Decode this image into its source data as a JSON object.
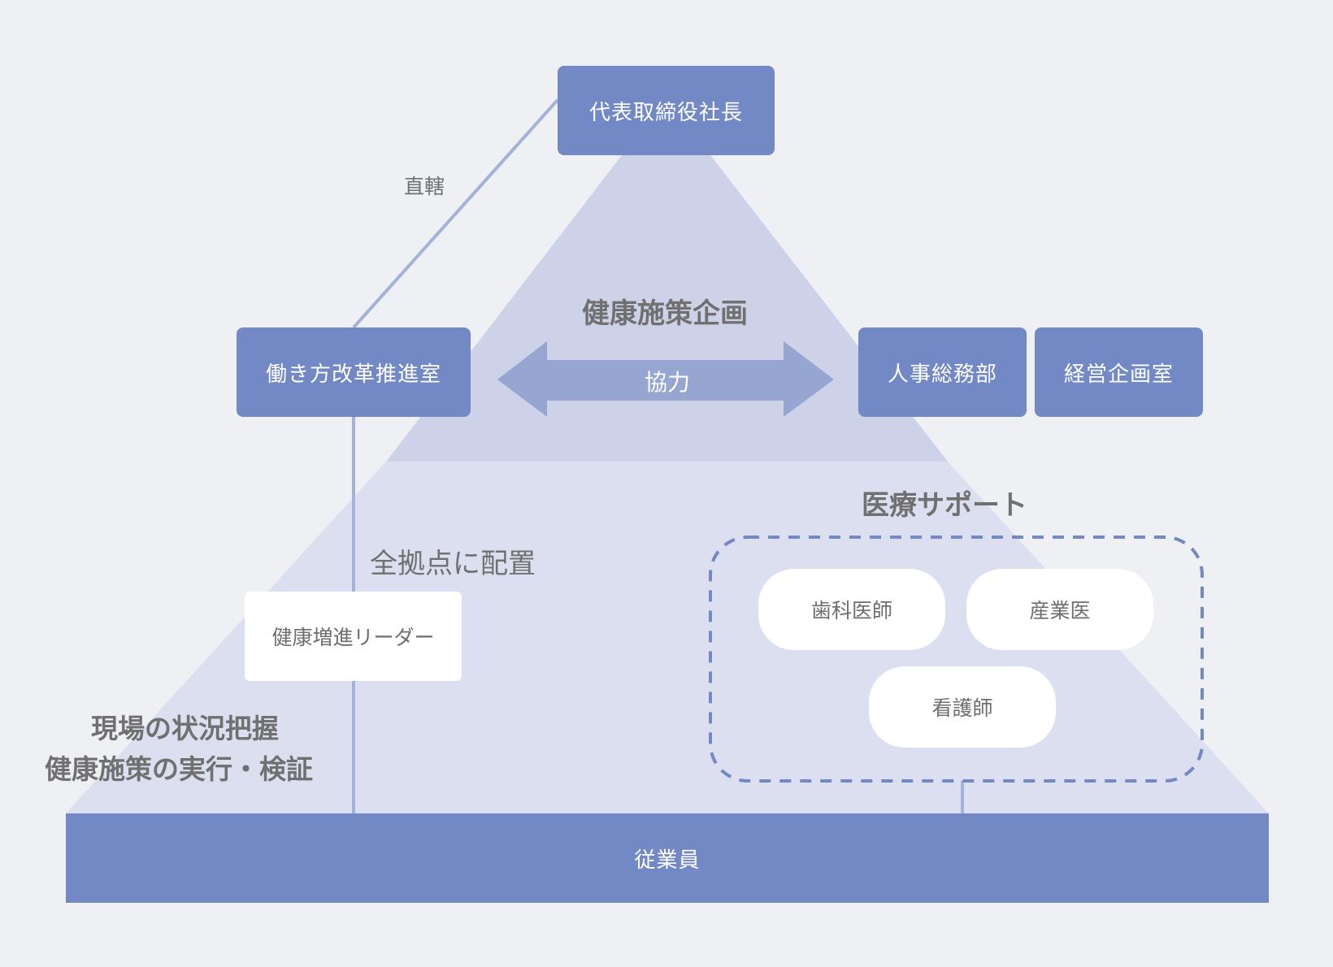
{
  "title": "健康経営推進体制図",
  "nodes": {
    "ceo": "代表取締役社長",
    "work_style_office": "働き方改革推進室",
    "hr_general_affairs": "人事総務部",
    "corporate_planning": "経営企画室",
    "health_leader": "健康増進リーダー",
    "employees": "従業員",
    "dentist": "歯科医師",
    "industrial_physician": "産業医",
    "nurse": "看護師"
  },
  "labels": {
    "direct_control": "直轄",
    "health_policy_planning": "健康施策企画",
    "cooperation": "協力",
    "all_sites": "全拠点に配置",
    "medical_support": "医療サポート",
    "field_line1": "現場の状況把握",
    "field_line2": "健康施策の実行・検証"
  },
  "colors": {
    "background": "#eef0f4",
    "box_blue": "#7289c5",
    "upper_tier": "#cdd2e8",
    "lower_tier": "#dcdff0",
    "arrow": "#97a6d0",
    "connector": "#a4b1d8",
    "text_gray": "#707070"
  }
}
